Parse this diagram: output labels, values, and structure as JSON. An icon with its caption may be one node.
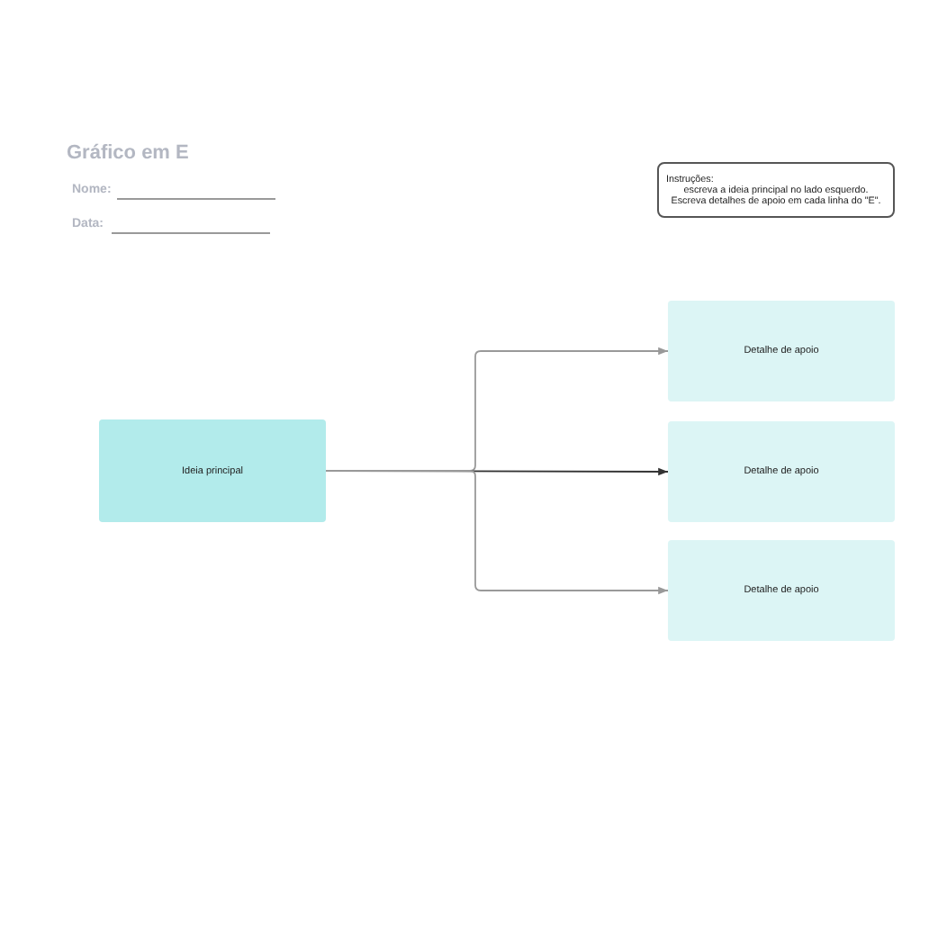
{
  "diagram": {
    "title": "Gráfico em E",
    "nodes": [
      {
        "text": [
          "Instruções:",
          "escreva a ideia principal no lado esquerdo. Escreva detalhes de apoio em cada linha do \"E\"."
        ]
      },
      {
        "text": [
          "Ideia principal"
        ]
      },
      {
        "text": [
          "Detalhe de apoio"
        ]
      },
      {
        "text": [
          "Detalhe de apoio"
        ]
      },
      {
        "text": [
          "Detalhe de apoio"
        ]
      }
    ],
    "edges": [
      {
        "from": 1,
        "to": 2,
        "arrow": "to"
      },
      {
        "from": 1,
        "to": 3,
        "arrow": "to",
        "color": "#333333"
      },
      {
        "from": 1,
        "to": 4,
        "arrow": "to"
      }
    ],
    "labels": [
      "Nome:",
      "Data:"
    ]
  }
}
